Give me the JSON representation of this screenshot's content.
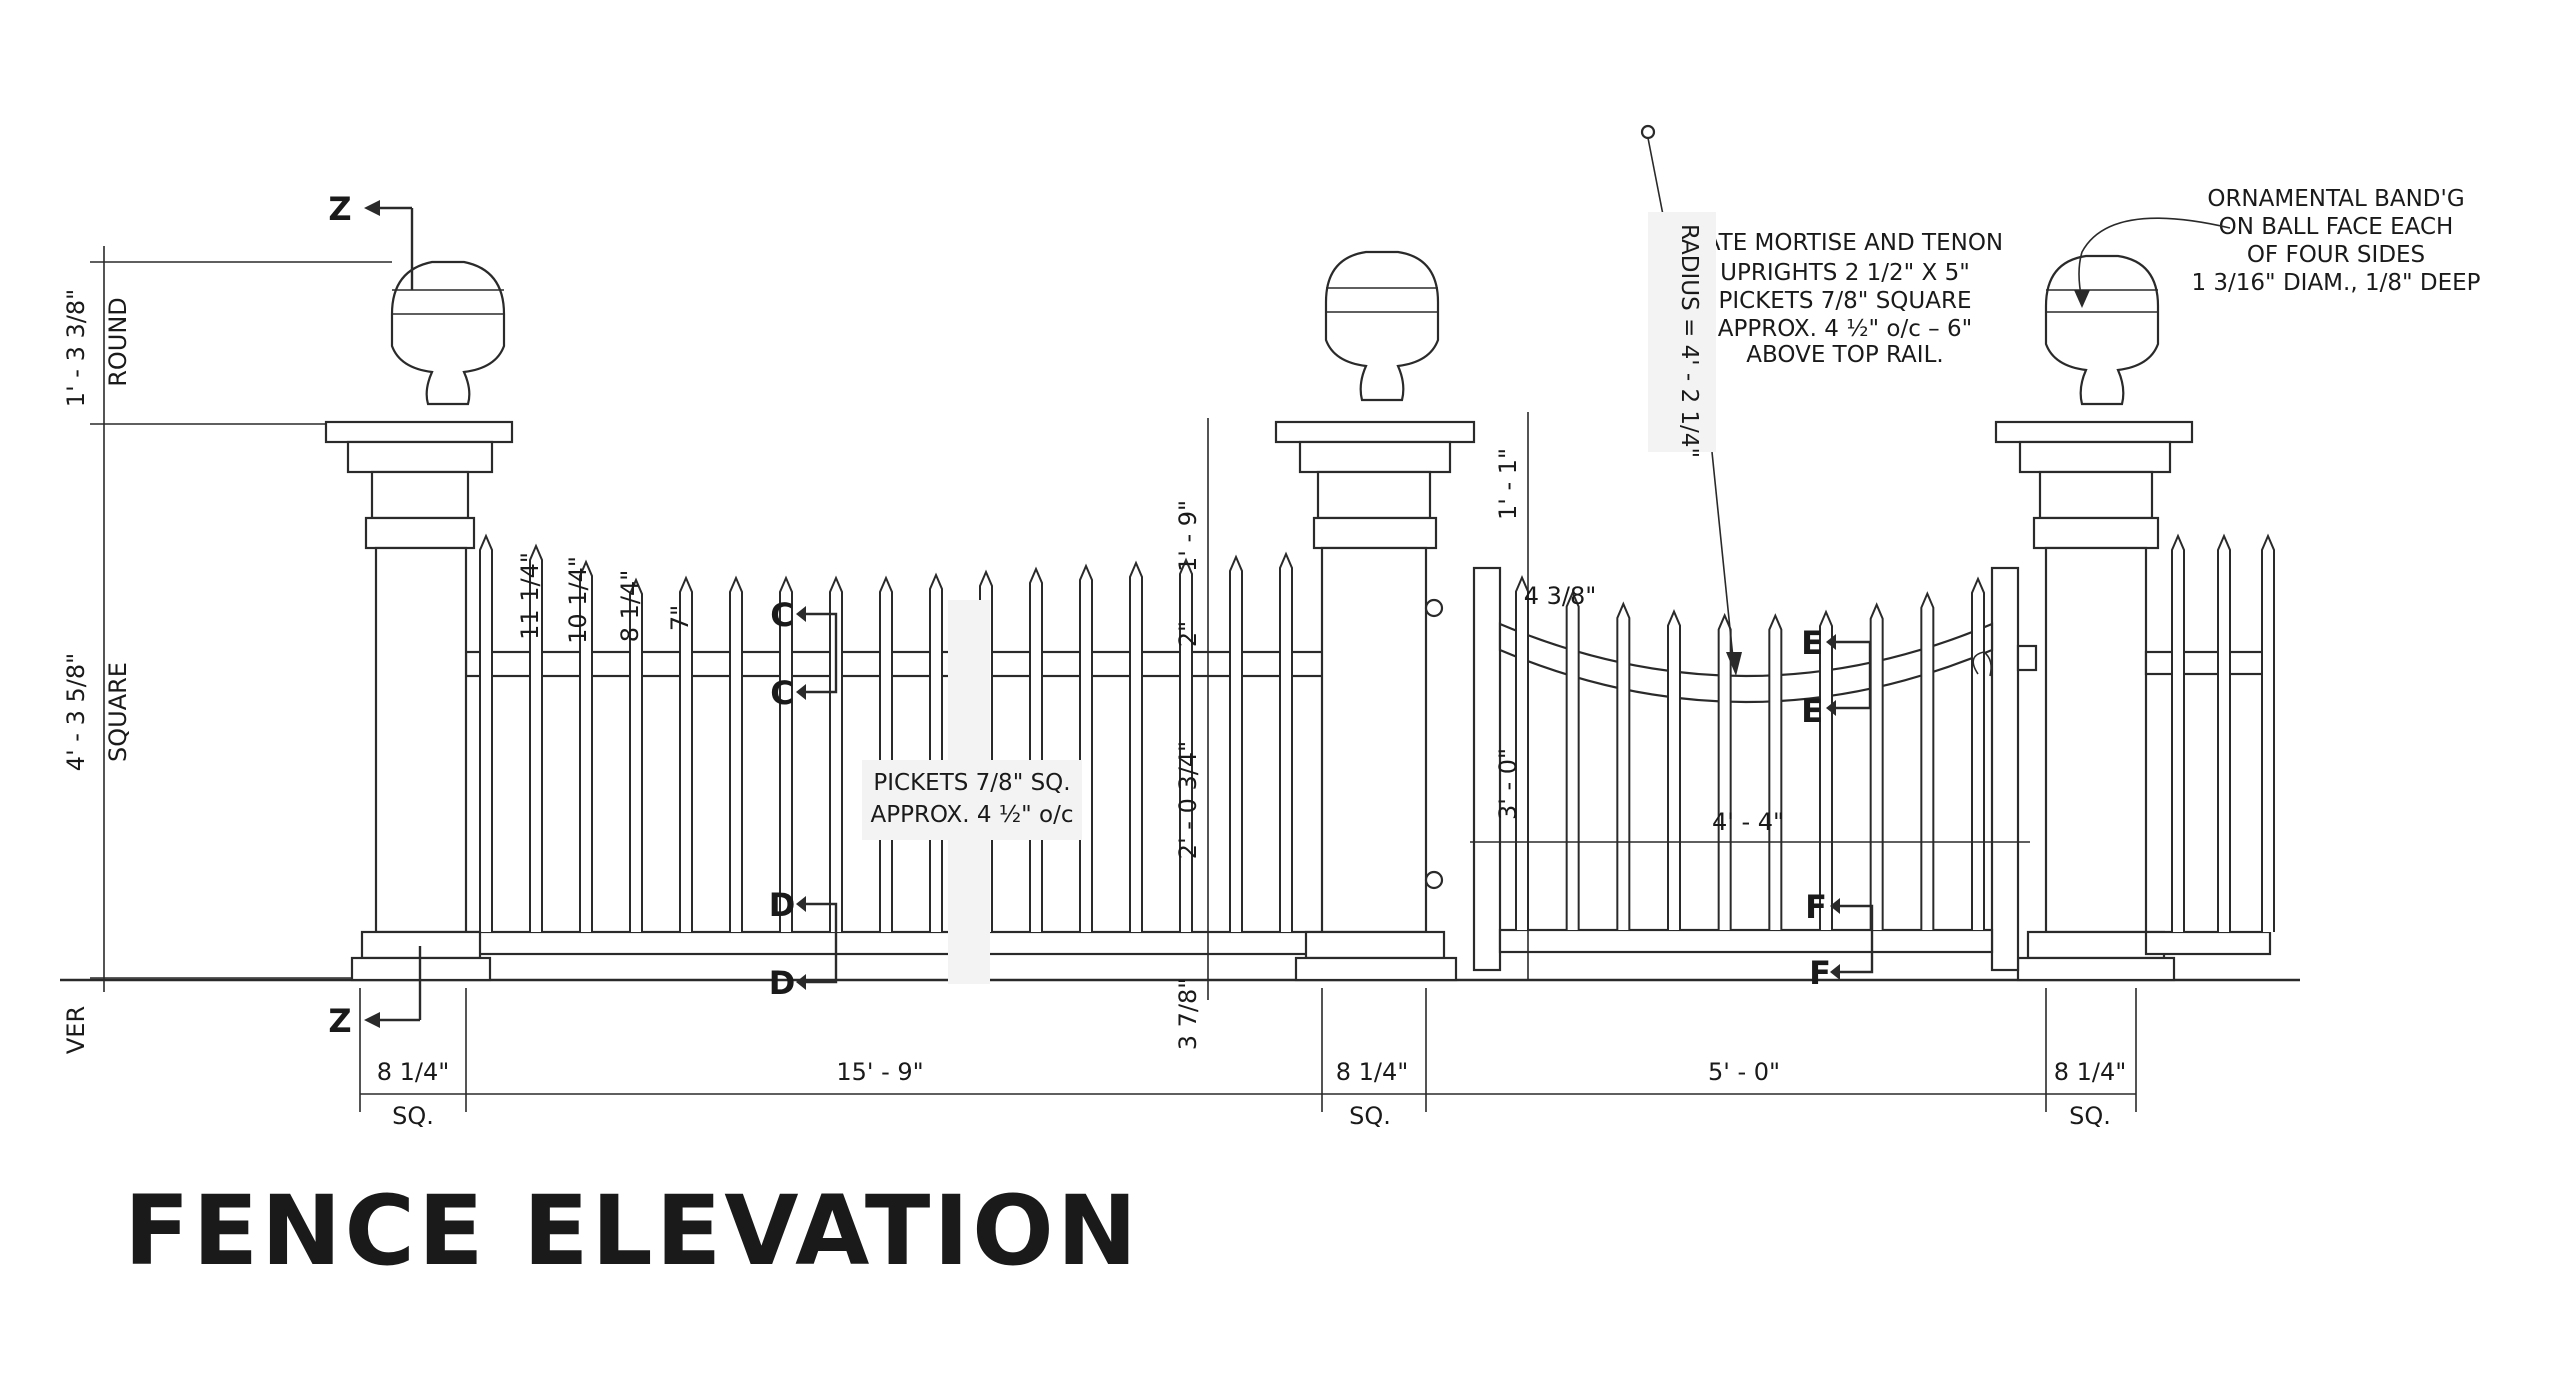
{
  "title": "FENCE ELEVATION",
  "notes": {
    "gate": [
      "GATE MORTISE AND TENON",
      "UPRIGHTS  2 1/2\" X 5\"",
      "PICKETS  7/8\" SQUARE",
      "APPROX. 4 ½\" o/c – 6\"",
      "ABOVE TOP RAIL."
    ],
    "ornamental": [
      "ORNAMENTAL BAND'G",
      "ON BALL FACE EACH",
      "OF FOUR SIDES",
      "1 3/16\" DIAM., 1/8\" DEEP"
    ],
    "pickets": [
      "PICKETS  7/8\" SQ.",
      "APPROX.  4 ½\"  o/c"
    ],
    "radius": "RADIUS = 4' - 2 1/4\""
  },
  "dimensions": {
    "ball_height": "1' - 3 3/8\"",
    "ball_type": "ROUND",
    "post_height": "4' - 3 5/8\"",
    "post_type": "SQUARE",
    "ver": "VER",
    "picket_1": "11 1/4\"",
    "picket_2": "10 1/4\"",
    "picket_3": "8 1/4\"",
    "picket_4": "7\"",
    "top_above_rail": "1' - 9\"",
    "rail_2in": "2\"",
    "between_rails": "2' - 0 3/4\"",
    "bottom_gap": "3 7/8\"",
    "gate_top": "1' - 1\"",
    "gate_picket": "4 3/8\"",
    "gate_height": "3' - 0\"",
    "gate_width": "4' - 4\"",
    "post_size_1": "8 1/4\"",
    "post_size_2": "8 1/4\"",
    "post_size_3": "8 1/4\"",
    "sq_1": "SQ.",
    "sq_2": "SQ.",
    "sq_3": "SQ.",
    "fence_span": "15' - 9\"",
    "gate_span": "5' - 0\""
  },
  "section_marks": {
    "z": "Z",
    "c": "C",
    "d": "D",
    "e": "E",
    "f": "F"
  }
}
